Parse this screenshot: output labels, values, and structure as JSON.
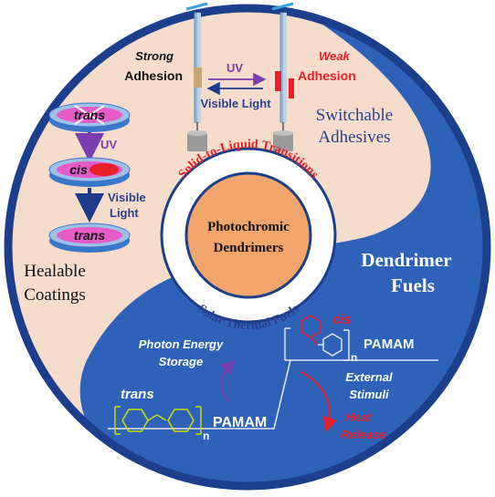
{
  "colors": {
    "background": "#ffffff",
    "outer_ring": "#1b3f8c",
    "light_region": "#f6dccb",
    "blue_region": "#2e62b8",
    "core_fill": "#f2a56b",
    "accent_red": "#e8202a",
    "heading_blue": "#2b3f8f",
    "disc_pink": "#e75bc8",
    "disc_edge": "#3a77c9",
    "cis_red": "#e8202a",
    "arrow_purple": "#8e44ad",
    "arrow_navy": "#1e3a8a",
    "molecule_yellow": "#c8e000"
  },
  "adhesives": {
    "strong_label_1": "Strong",
    "strong_label_2": "Adhesion",
    "weak_label_1": "Weak",
    "weak_label_2": "Adhesion",
    "uv_label": "UV",
    "visible_light_label": "Visible Light",
    "section_title_1": "Switchable",
    "section_title_2": "Adhesives"
  },
  "coatings": {
    "disc1_label": "trans",
    "disc2_label": "cis",
    "disc3_label": "trans",
    "uv_label": "UV",
    "visible_label_1": "Visible",
    "visible_label_2": "Light",
    "section_title_1": "Healable",
    "section_title_2": "Coatings"
  },
  "core": {
    "title_1": "Photochromic",
    "title_2": "Dendrimers",
    "ring_top": "Solid-to-Liquid Transitions",
    "ring_bottom": "Solar Thermal Fuels"
  },
  "fuels": {
    "section_title_1": "Dendrimer",
    "section_title_2": "Fuels",
    "photon_label_1": "Photon Energy",
    "photon_label_2": "Storage",
    "cis_label": "cis",
    "cis_subscript": "n",
    "cis_pamam": "PAMAM",
    "trans_label": "trans",
    "trans_subscript": "n",
    "trans_pamam": "PAMAM",
    "external_label_1": "External",
    "external_label_2": "Stimuli",
    "heat_label_1": "Heat",
    "heat_label_2": "Release"
  }
}
